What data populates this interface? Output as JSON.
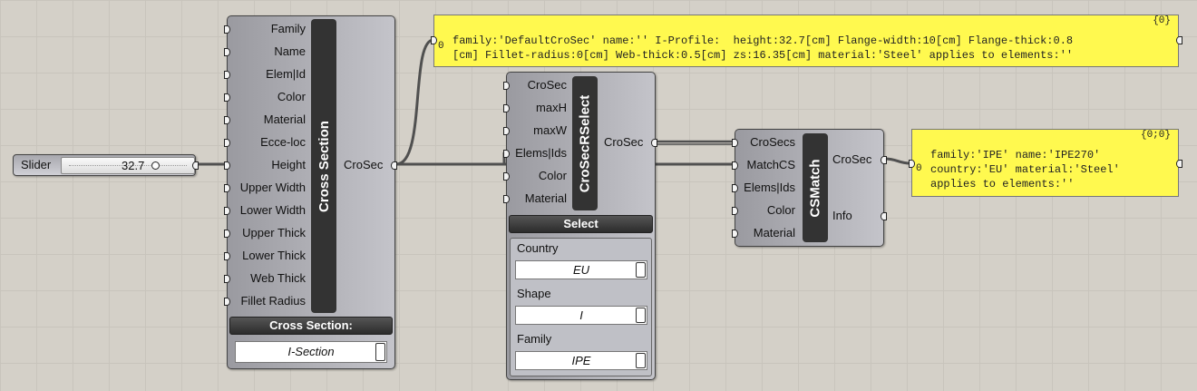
{
  "slider": {
    "label": "Slider",
    "value": "32.7"
  },
  "cross_section": {
    "title": "Cross Section",
    "inputs": [
      "Family",
      "Name",
      "Elem|Id",
      "Color",
      "Material",
      "Ecce-loc",
      "Height",
      "Upper Width",
      "Lower Width",
      "Upper Thick",
      "Lower Thick",
      "Web Thick",
      "Fillet Radius"
    ],
    "output": "CroSec",
    "dropdown_header": "Cross Section:",
    "dropdown_value": "I-Section"
  },
  "panel_top": {
    "path": "{0}",
    "index": "0",
    "line1": "family:'DefaultCroSec' name:'' I-Profile:  height:32.7[cm] Flange-width:10[cm] Flange-thick:0.8",
    "line2": "[cm] Fillet-radius:0[cm] Web-thick:0.5[cm] zs:16.35[cm] material:'Steel' applies to elements:''"
  },
  "crosec_select": {
    "title": "CroSecRSelect",
    "inputs": [
      "CroSec",
      "maxH",
      "maxW",
      "Elems|Ids",
      "Color",
      "Material"
    ],
    "output": "CroSec",
    "header": "Select",
    "groups": [
      {
        "label": "Country",
        "value": "EU"
      },
      {
        "label": "Shape",
        "value": "I"
      },
      {
        "label": "Family",
        "value": "IPE"
      }
    ]
  },
  "cs_match": {
    "title": "CSMatch",
    "inputs": [
      "CroSecs",
      "MatchCS",
      "Elems|Ids",
      "Color",
      "Material"
    ],
    "outputs": [
      "CroSec",
      "Info"
    ]
  },
  "panel_right": {
    "path": "{0;0}",
    "index": "0",
    "lines": [
      "family:'IPE' name:'IPE270'",
      "country:'EU' material:'Steel'",
      "applies to elements:''"
    ]
  },
  "colors": {
    "canvas": "#d4d0c8",
    "panel": "#fff94f",
    "wire": "#505050",
    "title_bar": "#333333"
  }
}
